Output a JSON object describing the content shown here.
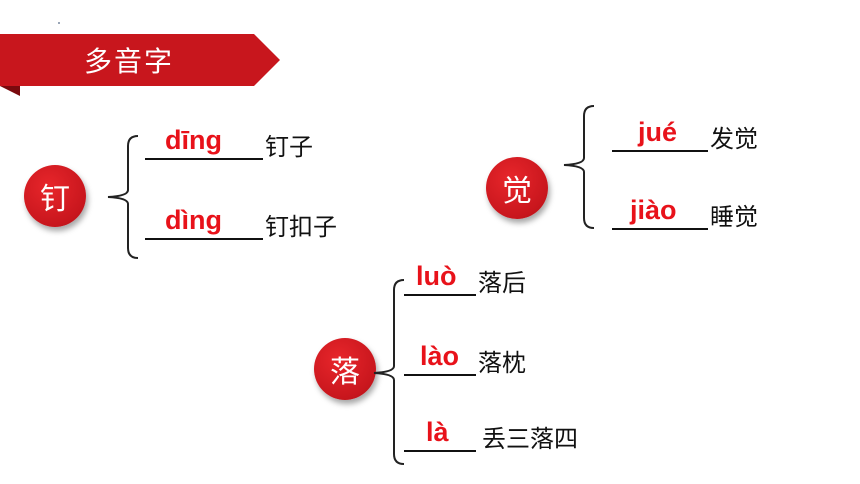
{
  "banner": {
    "title": "多音字"
  },
  "colors": {
    "accent": "#e8121a",
    "banner": "#c8161d",
    "text": "#111111"
  },
  "groups": [
    {
      "char": "钉",
      "items": [
        {
          "pinyin": "dīng",
          "word": "钉子"
        },
        {
          "pinyin": "dìng",
          "word": "钉扣子"
        }
      ]
    },
    {
      "char": "觉",
      "items": [
        {
          "pinyin": "jué",
          "word": "发觉"
        },
        {
          "pinyin": "jiào",
          "word": "睡觉"
        }
      ]
    },
    {
      "char": "落",
      "items": [
        {
          "pinyin": "luò",
          "word": "落后"
        },
        {
          "pinyin": "lào",
          "word": "落枕"
        },
        {
          "pinyin": "là",
          "word": "丢三落四"
        }
      ]
    }
  ]
}
